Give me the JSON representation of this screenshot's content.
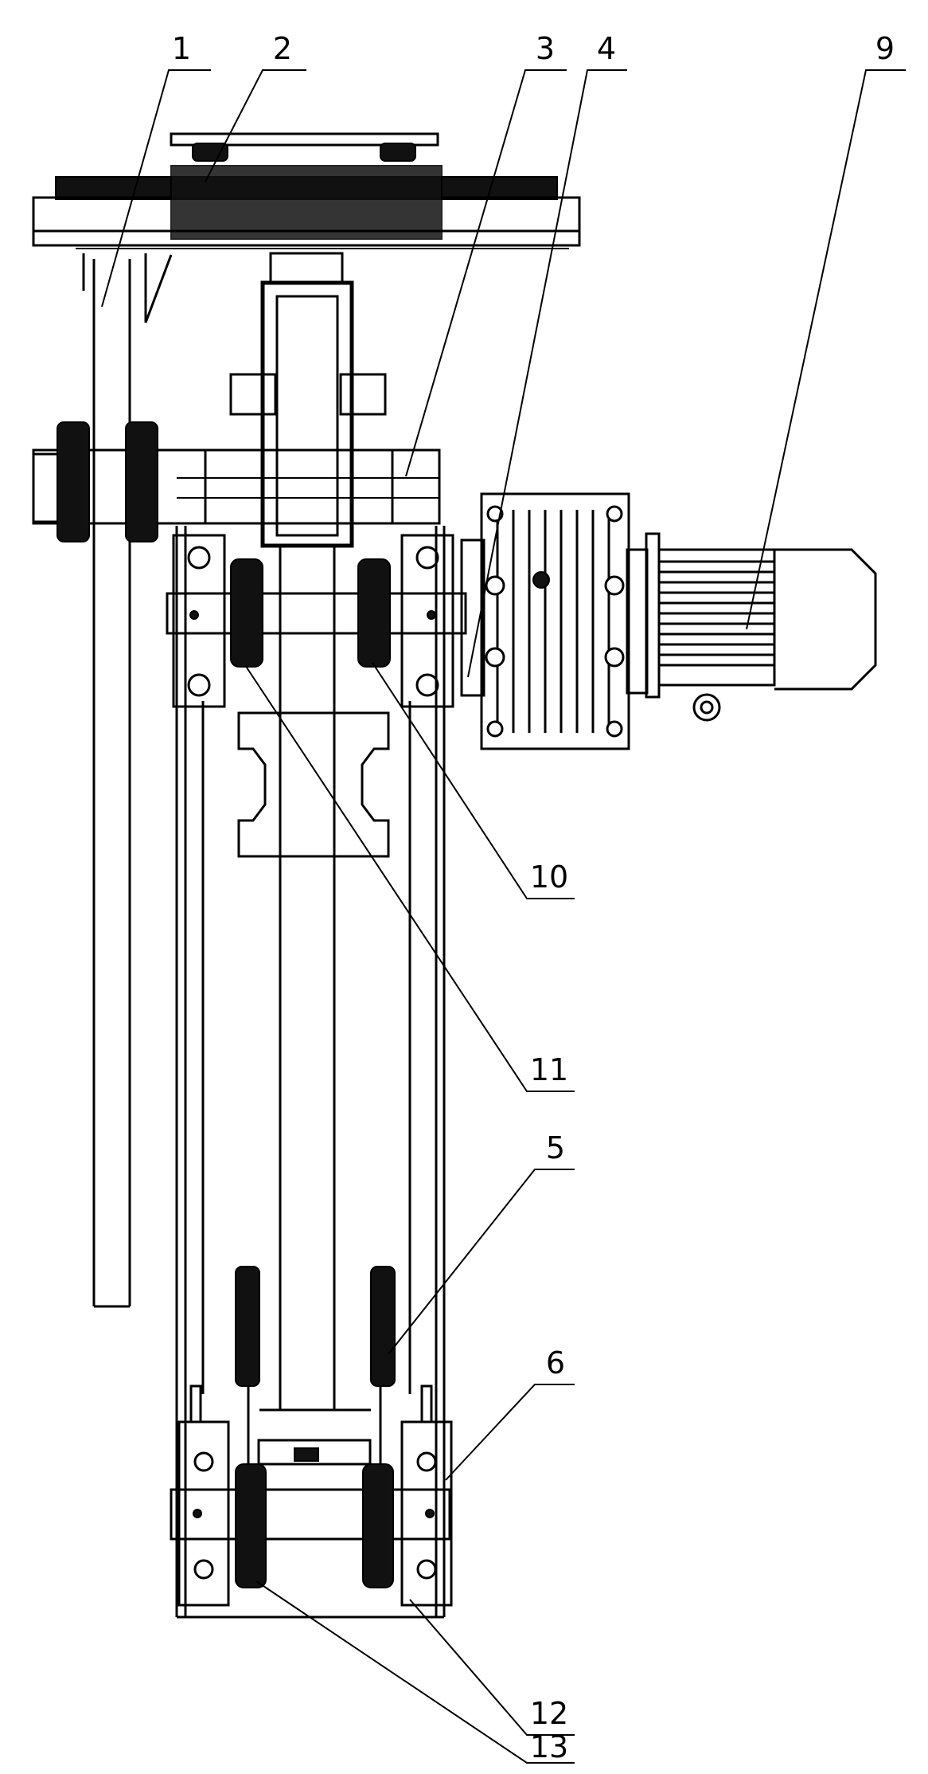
{
  "colors": {
    "ink": "#000000",
    "background": "#ffffff"
  },
  "callouts": [
    {
      "id": "1",
      "label": "1"
    },
    {
      "id": "2",
      "label": "2"
    },
    {
      "id": "3",
      "label": "3"
    },
    {
      "id": "4",
      "label": "4"
    },
    {
      "id": "9",
      "label": "9"
    },
    {
      "id": "10",
      "label": "10"
    },
    {
      "id": "11",
      "label": "11"
    },
    {
      "id": "5",
      "label": "5"
    },
    {
      "id": "6",
      "label": "6"
    },
    {
      "id": "12",
      "label": "12"
    },
    {
      "id": "13",
      "label": "13"
    }
  ]
}
